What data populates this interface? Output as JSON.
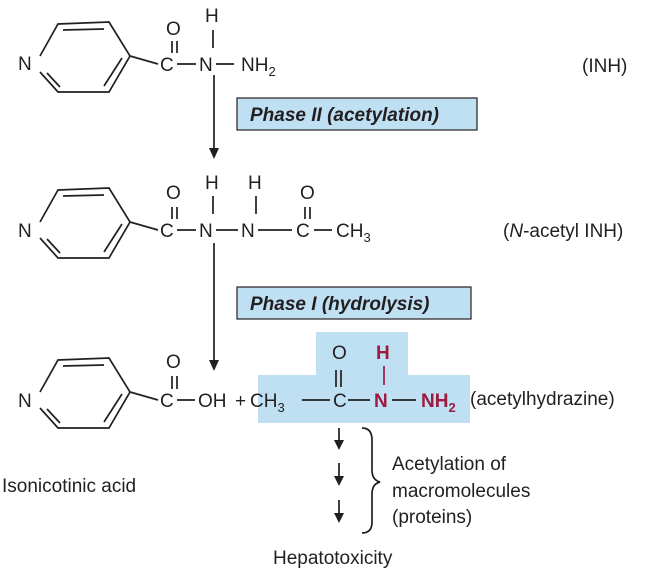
{
  "atoms": {
    "N": "N",
    "C": "C",
    "O": "O",
    "H": "H",
    "NH": "NH",
    "two": "2",
    "three": "3",
    "OH": "OH",
    "plus": "+",
    "CH": "CH"
  },
  "labels": {
    "inh": "(INH)",
    "n_acetyl_open": "(",
    "n_acetyl_italic": "N",
    "n_acetyl_rest": "-acetyl INH)",
    "acetylhydrazine": "(acetylhydrazine)",
    "isonicotinic_acid": "Isonicotinic acid",
    "acetylation_line1": "Acetylation of",
    "acetylation_line2": "macromolecules",
    "acetylation_line3": "(proteins)",
    "hepatotoxicity": "Hepatotoxicity"
  },
  "phases": {
    "phase2": "Phase II (acetylation)",
    "phase1": "Phase I (hydrolysis)"
  },
  "colors": {
    "highlight": "#bfe0f3",
    "accent": "#9c1b3f",
    "ink": "#231f20"
  }
}
